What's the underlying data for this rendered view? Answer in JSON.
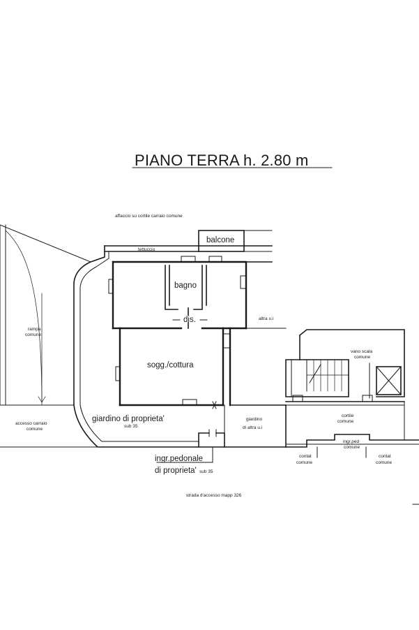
{
  "title": "PIANO  TERRA h. 2.80 m",
  "labels": {
    "affaccio": "affaccio su cortile carraio comune",
    "tettuccio": "tettuccio",
    "balcone": "balcone",
    "bagno": "bagno",
    "dis": "dis.",
    "altra_ui": "altra u.i",
    "rampa": "rampa",
    "rampa_comune": "comune",
    "sogg": "sogg./cottura",
    "vano_scala": "vano scala",
    "vano_scala_comune": "comune",
    "accesso_carraio": "accesso carraio",
    "accesso_carraio_comune": "comune",
    "giardino_proprieta": "giardino di proprieta'",
    "giardino_sub": "sub 35",
    "giardino_altra": "giardino",
    "giardino_altra_2": "di altra u.i",
    "cortile": "cortile",
    "cortile_comune": "comune",
    "ingr_pedonale": "ingr.pedonale",
    "di_proprieta": "di proprieta'",
    "di_proprieta_sub": "sub 35",
    "ingr_ped_comune": "ingr.ped",
    "ingr_ped_comune_2": "comune",
    "contat_1": "contat",
    "contat_1_comune": "comune",
    "contat_2": "contat",
    "contat_2_comune": "comune",
    "strada": "strada d'accesso mapp 326"
  }
}
